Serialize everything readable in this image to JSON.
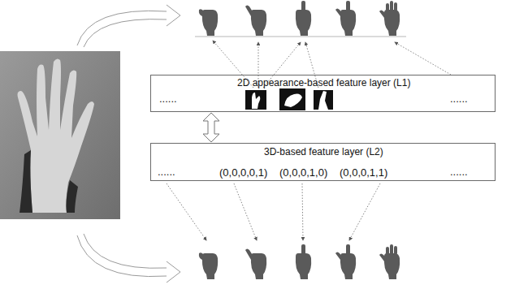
{
  "diagram": {
    "nodes": [
      {
        "text": [
          "2D appearance-based feature layer (L1)",
          "......",
          "......"
        ]
      },
      {
        "text": [
          "3D-based feature layer (L2)",
          "......",
          "(0,0,0,0,1)",
          "(0,0,0,1,0)",
          "(0,0,0,1,1)",
          "......"
        ]
      }
    ],
    "edges": [
      {
        "from": 0,
        "to": 1,
        "arrow": "both"
      }
    ]
  }
}
